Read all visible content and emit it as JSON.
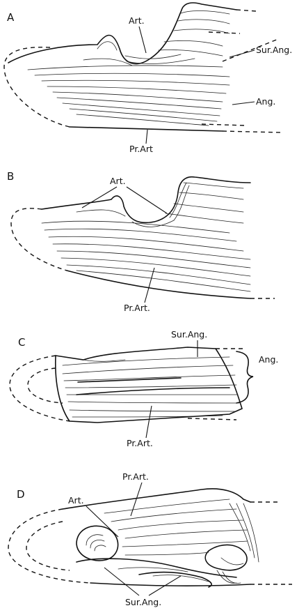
{
  "panels": [
    {
      "letter": "A",
      "labels": [
        "Art.",
        "Sur.Ang.",
        "Ang.",
        "Pr.Art"
      ]
    },
    {
      "letter": "B",
      "labels": [
        "Art.",
        "Pr.Art."
      ]
    },
    {
      "letter": "C",
      "labels": [
        "Sur.Ang.",
        "Ang.",
        "Pr.Art."
      ]
    },
    {
      "letter": "D",
      "labels": [
        "Pr.Art.",
        "Art.",
        "Sur.Ang."
      ]
    }
  ]
}
